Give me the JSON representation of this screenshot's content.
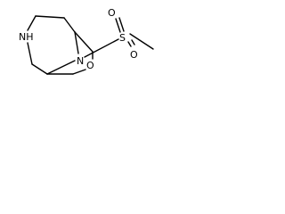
{
  "molecule": {
    "atoms": {
      "nh": "NH",
      "n": "N",
      "o_ring": "O",
      "s": "S",
      "o_top": "O",
      "o_bottom": "O"
    }
  }
}
